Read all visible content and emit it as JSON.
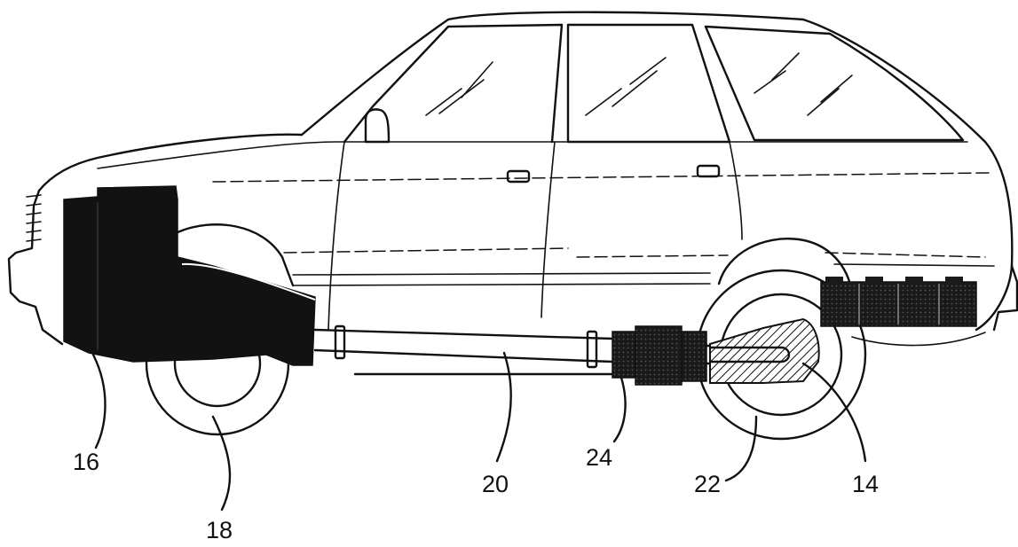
{
  "labels": {
    "ref_16": "16",
    "ref_18": "18",
    "ref_20": "20",
    "ref_24": "24",
    "ref_22": "22",
    "ref_14": "14"
  },
  "colors": {
    "ink": "#111111",
    "background": "#ffffff"
  }
}
